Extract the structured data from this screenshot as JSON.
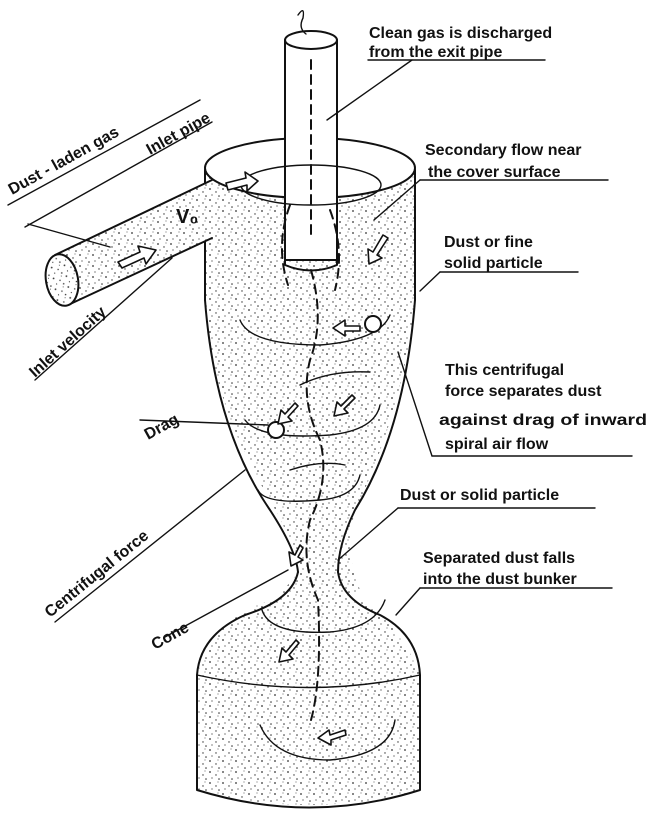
{
  "labels": {
    "clean_gas": [
      "Clean gas is discharged",
      "from the exit pipe"
    ],
    "secondary_flow": [
      "Secondary flow near",
      "the cover surface"
    ],
    "dust_laden_gas": "Dust - laden gas",
    "inlet_pipe": "Inlet pipe",
    "inlet_velocity_symbol": "V₀",
    "inlet_velocity": "Inlet velocity",
    "dust_fine": [
      "Dust or fine",
      "solid particle"
    ],
    "centrifugal_separates": [
      "This centrifugal",
      "force separates dust",
      "against drag of inward",
      "spiral air flow"
    ],
    "drag": "Drag",
    "dust_solid": "Dust or solid particle",
    "centrifugal_force": "Centrifugal force",
    "separated_dust": [
      "Separated dust falls",
      "into the dust bunker"
    ],
    "cone": "Cone"
  }
}
